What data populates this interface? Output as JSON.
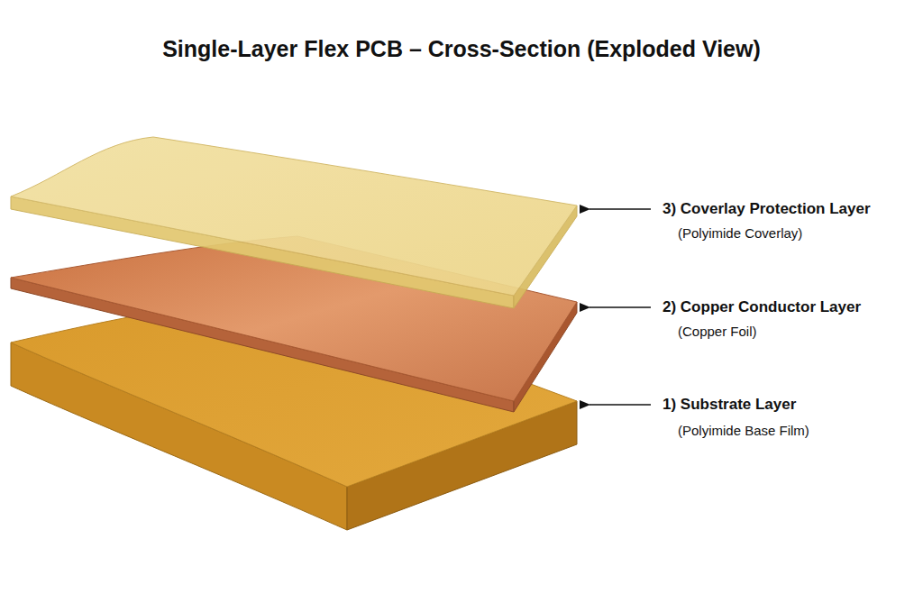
{
  "diagram": {
    "title": "Single-Layer Flex PCB – Cross-Section (Exploded View)",
    "labels": [
      "3) Coverlay Protection Layer",
      "(Polyimide Coverlay)",
      "2) Copper Conductor Layer",
      "(Copper Foil)",
      "1) Substrate Layer",
      "(Polyimide Base Film)"
    ]
  }
}
